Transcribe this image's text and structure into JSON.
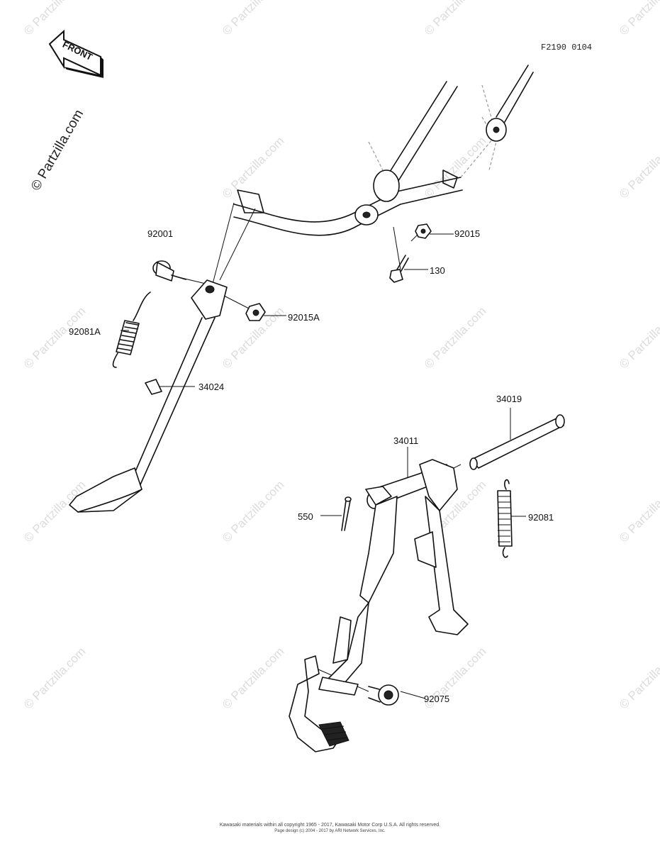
{
  "figure_code": "F2190 0104",
  "front_arrow_label": "FRONT",
  "watermark": {
    "brand_side": "© Partzilla.com",
    "tile_text": "© Partzilla.com"
  },
  "callouts": [
    {
      "id": "92001",
      "text": "92001"
    },
    {
      "id": "92015",
      "text": "92015"
    },
    {
      "id": "130",
      "text": "130"
    },
    {
      "id": "92081A",
      "text": "92081A"
    },
    {
      "id": "92015A",
      "text": "92015A"
    },
    {
      "id": "34024",
      "text": "34024"
    },
    {
      "id": "34019",
      "text": "34019"
    },
    {
      "id": "34011",
      "text": "34011"
    },
    {
      "id": "550",
      "text": "550"
    },
    {
      "id": "92081",
      "text": "92081"
    },
    {
      "id": "92075",
      "text": "92075"
    }
  ],
  "footer": {
    "line1": "Kawasaki materials within all copyright 1965 - 2017, Kawasaki Motor Corp U.S.A.  All rights reserved.",
    "line2": "Page design (c) 2004 - 2017 by ARI Network Services, Inc."
  }
}
